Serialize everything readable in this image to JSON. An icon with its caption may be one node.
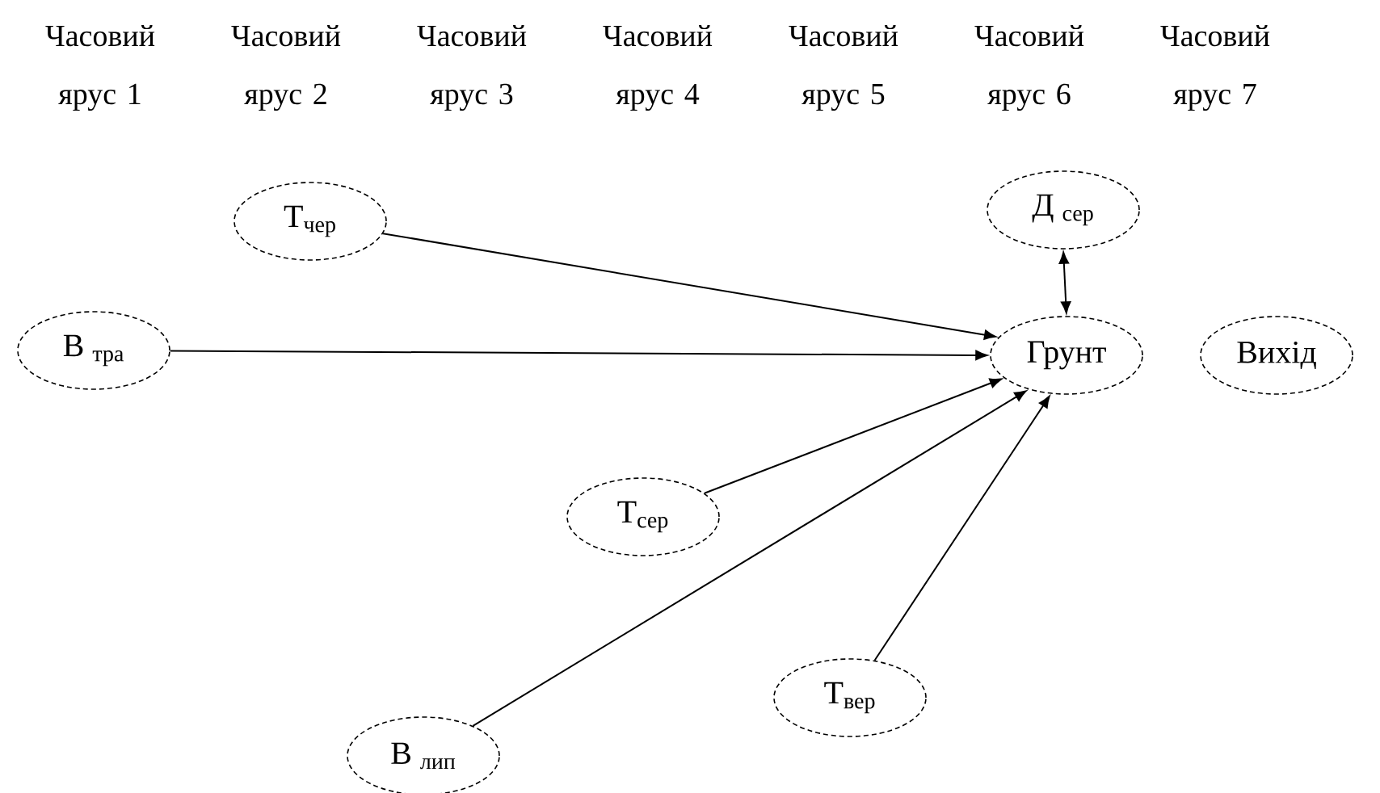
{
  "diagram": {
    "nodes": [
      {
        "text": [
          "Т$_{чер}$"
        ]
      },
      {
        "text": [
          "Д $_{сер}$"
        ]
      },
      {
        "text": [
          "В $_{тра}$"
        ]
      },
      {
        "text": [
          "Грунт"
        ]
      },
      {
        "text": [
          "Вихід"
        ]
      },
      {
        "text": [
          "Т$_{сер}$"
        ]
      },
      {
        "text": [
          "Т$_{вер}$"
        ]
      },
      {
        "text": [
          "В $_{лип}$"
        ]
      }
    ],
    "edges": [
      {
        "from": 0,
        "to": 3,
        "arrow": "to"
      },
      {
        "from": 1,
        "to": 3,
        "arrow": "both"
      },
      {
        "from": 2,
        "to": 3,
        "arrow": "to"
      },
      {
        "from": 5,
        "to": 3,
        "arrow": "to"
      },
      {
        "from": 7,
        "to": 3,
        "arrow": "to"
      },
      {
        "from": 6,
        "to": 3,
        "arrow": "to"
      }
    ],
    "labels": [
      "Часовий ярус 1",
      "Часовий ярус 2",
      "Часовий ярус 3",
      "Часовий ярус 4",
      "Часовий ярус 5",
      "Часовий ярус 6",
      "Часовий ярус 7"
    ]
  }
}
